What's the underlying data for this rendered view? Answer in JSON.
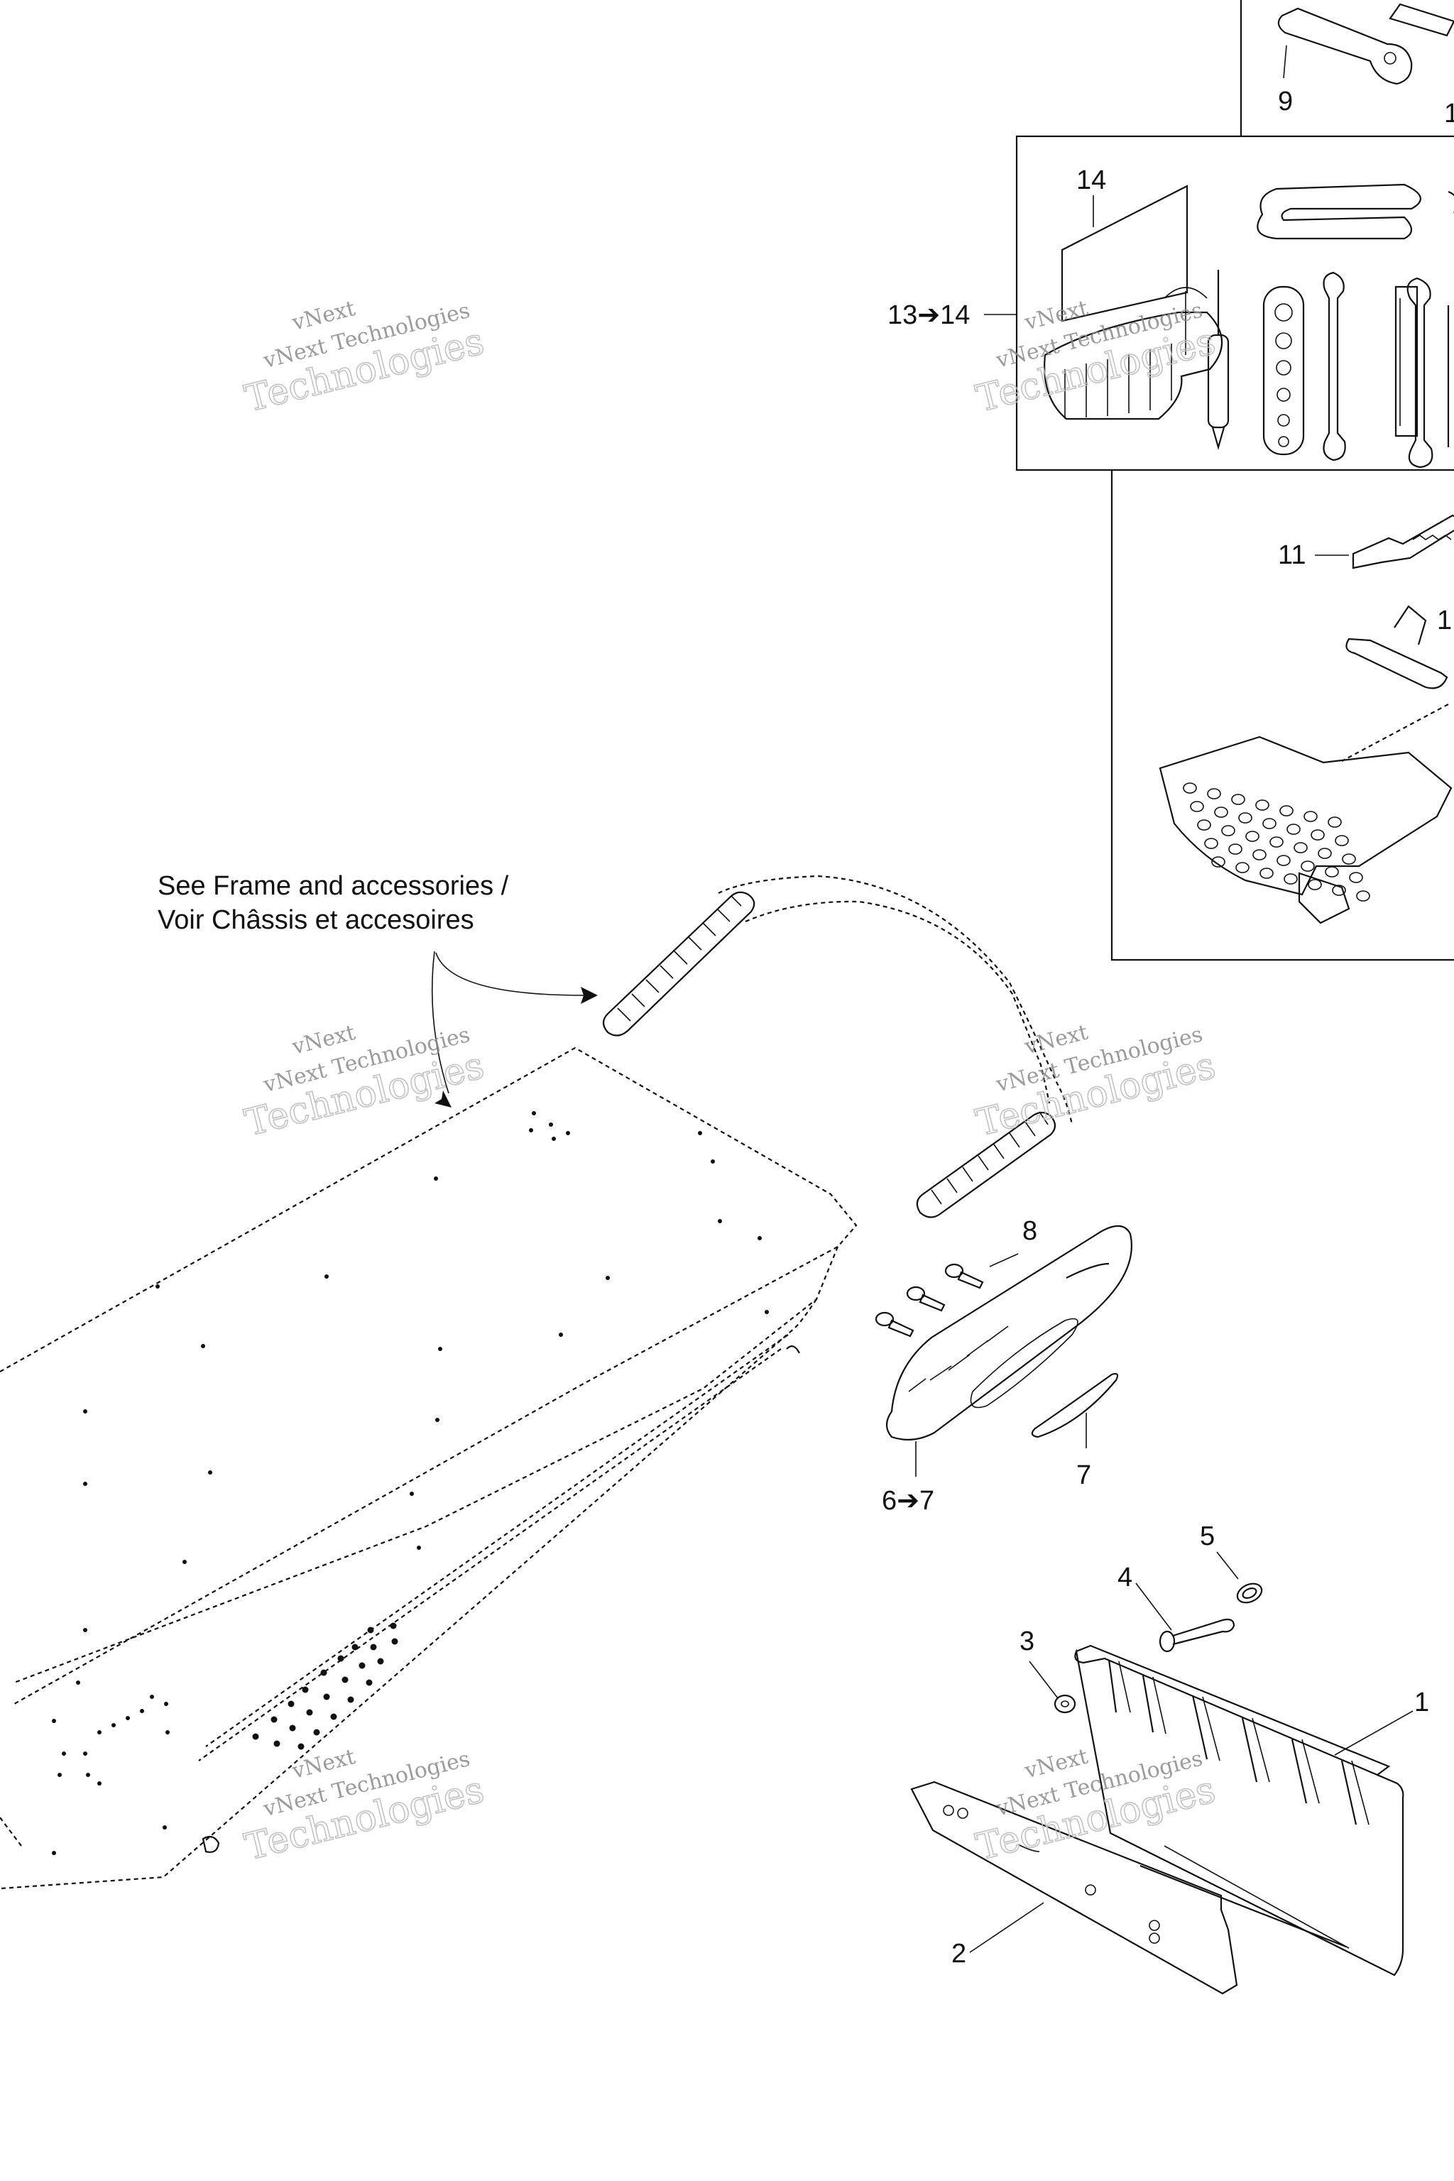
{
  "note": {
    "line1": "See Frame and accessories /",
    "line2": "Voir Châssis et accesoires"
  },
  "callouts": {
    "c1": "1",
    "c2": "2",
    "c3": "3",
    "c4": "4",
    "c5": "5",
    "c6": "6➔7",
    "c7": "7",
    "c8": "8",
    "c9": "9",
    "c10": "1",
    "c11": "11",
    "c12": "1",
    "c13": "13➔14",
    "c14": "14"
  },
  "watermark": {
    "line1": "vNext",
    "line2": "vNext Technologies",
    "line3": "Technologies"
  }
}
